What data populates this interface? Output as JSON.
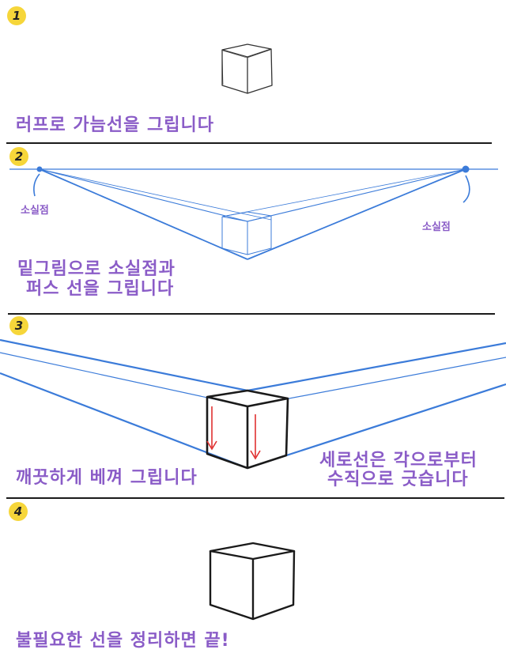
{
  "colors": {
    "caption": "#8a5cc7",
    "guide": "#3b7bd9",
    "badge": "#f6d63a",
    "arrow": "#e03030",
    "ink": "#1a1a1a"
  },
  "steps": [
    {
      "number": "1",
      "caption_lines": [
        "러프로 가늠선을 그립니다"
      ]
    },
    {
      "number": "2",
      "caption_lines": [
        "밑그림으로 소실점과",
        "퍼스 선을 그립니다"
      ],
      "labels": {
        "vanishing_point_left": "소실점",
        "vanishing_point_right": "소실점"
      }
    },
    {
      "number": "3",
      "caption_left": "깨끗하게 베껴 그립니다",
      "caption_right_lines": [
        "세로선은 각으로부터",
        "수직으로 긋습니다"
      ]
    },
    {
      "number": "4",
      "caption_lines": [
        "불필요한 선을 정리하면 끝!"
      ]
    }
  ]
}
